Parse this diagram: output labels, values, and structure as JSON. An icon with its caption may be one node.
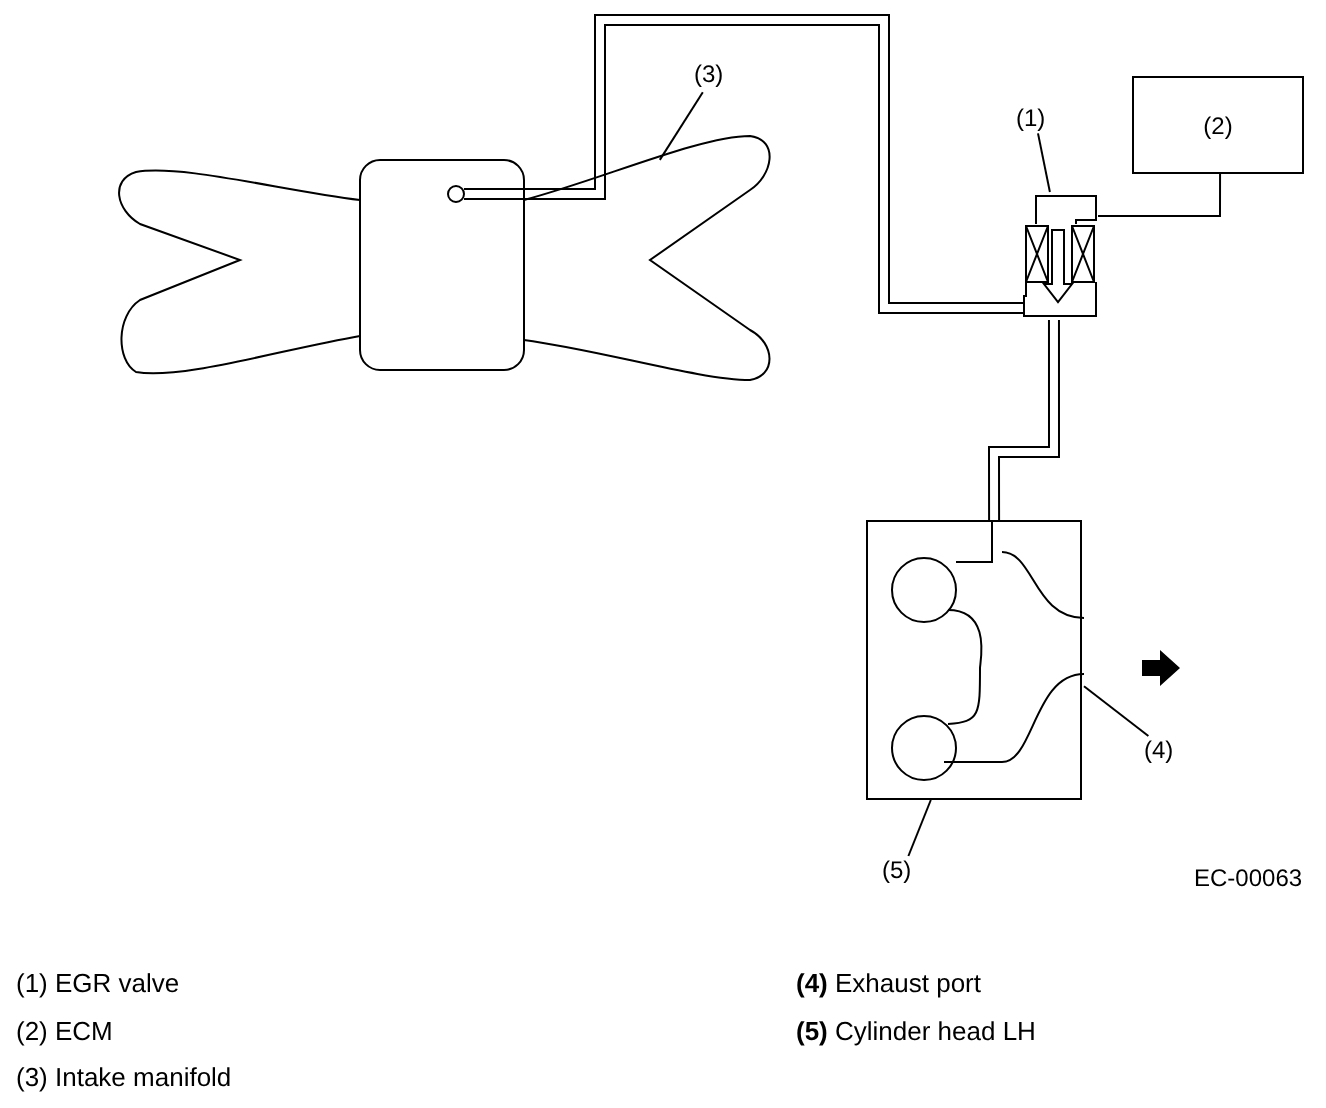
{
  "diagram": {
    "nodes": [
      {
        "text": [
          "(3)"
        ]
      },
      {
        "text": [
          "(2)"
        ]
      },
      {
        "text": [
          "(1)"
        ]
      },
      {
        "text": [],
        "shape": "picture"
      },
      {
        "text": [],
        "shape": "box"
      },
      {
        "text": [],
        "shape": "box"
      },
      {
        "text": [],
        "shape": "picture",
        "in": 5
      },
      {
        "text": [
          "(4)"
        ]
      },
      {
        "text": [
          "(5)"
        ]
      }
    ],
    "edges": [
      {
        "from": 0,
        "to": 3,
        "arrow": "none"
      },
      {
        "from": 2,
        "to": 4,
        "arrow": "none"
      },
      {
        "from": 1,
        "to": 4,
        "arrow": "none"
      },
      {
        "from": 3,
        "to": 4,
        "arrow": "none",
        "style": "thick"
      },
      {
        "from": 4,
        "to": 5,
        "arrow": "none",
        "style": "thick"
      },
      {
        "from": 7,
        "to": 6,
        "arrow": "none"
      },
      {
        "from": 8,
        "to": 5,
        "arrow": "none"
      }
    ],
    "labels": [
      "EC-00063",
      "(1) EGR valve",
      "**(4)** Exhaust port",
      "(2) ECM",
      "**(5)** Cylinder head LH",
      "(3) Intake manifold"
    ]
  }
}
